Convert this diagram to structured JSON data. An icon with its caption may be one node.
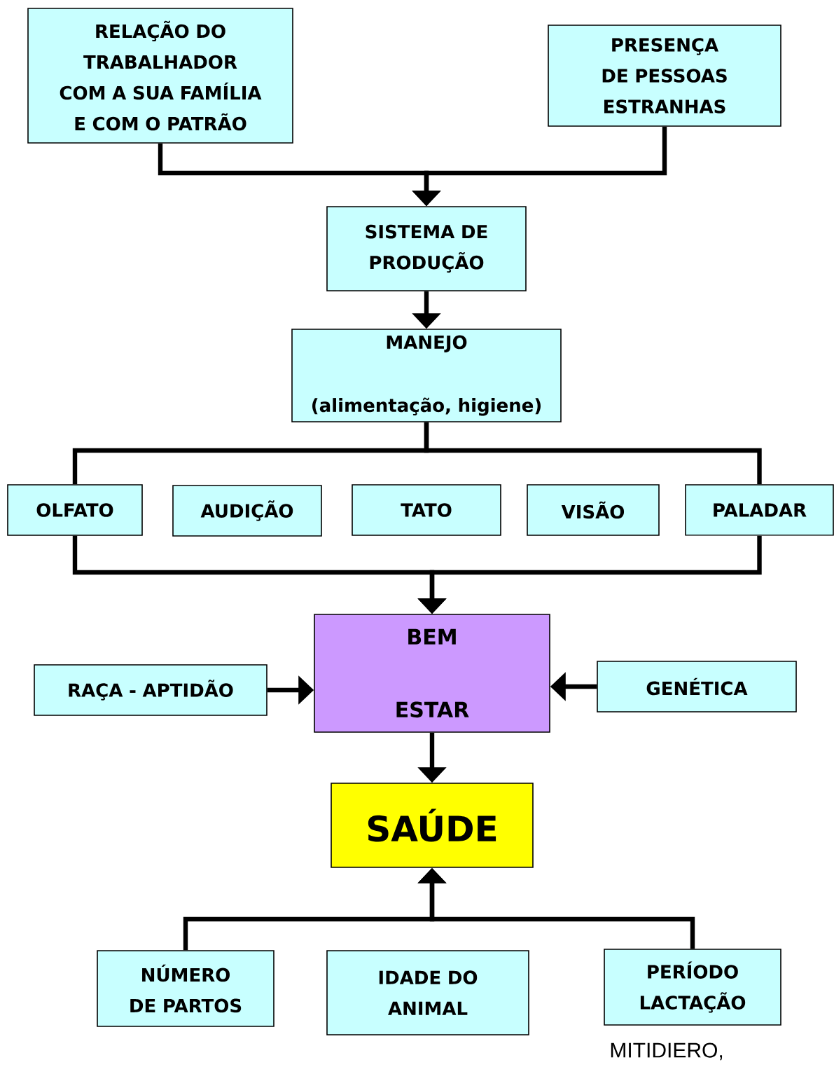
{
  "diagram": {
    "nodes": [
      {
        "text": [
          "RELAÇÃO DO TRABALHADOR COM A SUA FAMÍLIA E COM O PATRÃO"
        ]
      },
      {
        "text": [
          "PRESENÇA DE PESSOAS ESTRANHAS"
        ]
      },
      {
        "text": [
          "SISTEMA DE PRODUÇÃO"
        ]
      },
      {
        "text": [
          "MANEJO",
          "(alimentação, higiene)"
        ]
      },
      {
        "text": [
          "OLFATO"
        ]
      },
      {
        "text": [
          "AUDIÇÃO"
        ]
      },
      {
        "text": [
          "TATO"
        ]
      },
      {
        "text": [
          "VISÃO"
        ]
      },
      {
        "text": [
          "PALADAR"
        ]
      },
      {
        "text": [
          "BEM",
          "ESTAR"
        ]
      },
      {
        "text": [
          "RAÇA - APTIDÃO"
        ]
      },
      {
        "text": [
          "GENÉTICA"
        ]
      },
      {
        "text": [
          "SAÚDE"
        ]
      },
      {
        "text": [
          "NÚMERO DE PARTOS"
        ]
      },
      {
        "text": [
          "IDADE DO ANIMAL"
        ]
      },
      {
        "text": [
          "PERÍODO LACTAÇÃO"
        ]
      }
    ],
    "edges": [
      {
        "from": 0,
        "to": 2,
        "arrow": "to"
      },
      {
        "from": 1,
        "to": 2,
        "arrow": "to"
      },
      {
        "from": 2,
        "to": 3,
        "arrow": "to"
      },
      {
        "from": 3,
        "to": 4,
        "arrow": "none"
      },
      {
        "from": 3,
        "to": 8,
        "arrow": "none"
      },
      {
        "from": 4,
        "to": 9,
        "arrow": "to"
      },
      {
        "from": 8,
        "to": 9,
        "arrow": "to"
      },
      {
        "from": 10,
        "to": 9,
        "arrow": "to"
      },
      {
        "from": 11,
        "to": 9,
        "arrow": "to"
      },
      {
        "from": 9,
        "to": 12,
        "arrow": "to"
      },
      {
        "from": 13,
        "to": 12,
        "arrow": "to"
      },
      {
        "from": 15,
        "to": 12,
        "arrow": "to"
      }
    ],
    "labels": [
      "MITIDIERO,"
    ]
  }
}
